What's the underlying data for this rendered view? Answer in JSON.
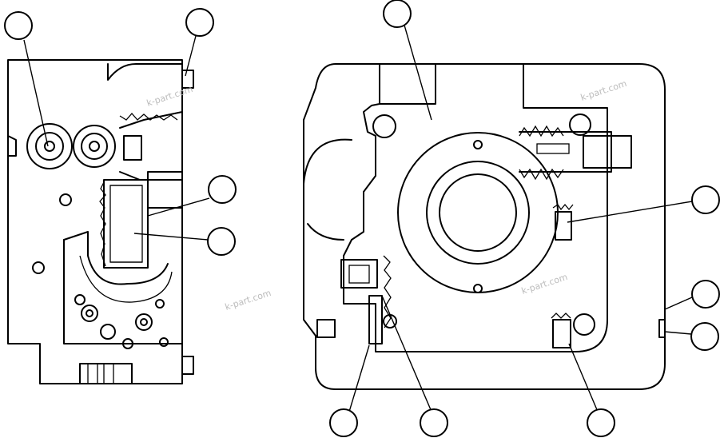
{
  "watermarks": [
    "k-part.com",
    "k-part.com",
    "k-part.com",
    "k-part.com"
  ],
  "callouts": [
    {
      "id": "callout-left-top-1"
    },
    {
      "id": "callout-left-top-2"
    },
    {
      "id": "callout-left-mid-1"
    },
    {
      "id": "callout-left-mid-2"
    },
    {
      "id": "callout-right-top"
    },
    {
      "id": "callout-right-mid"
    },
    {
      "id": "callout-right-edge-1"
    },
    {
      "id": "callout-right-edge-2"
    },
    {
      "id": "callout-bottom-1"
    },
    {
      "id": "callout-bottom-2"
    },
    {
      "id": "callout-bottom-3"
    }
  ]
}
